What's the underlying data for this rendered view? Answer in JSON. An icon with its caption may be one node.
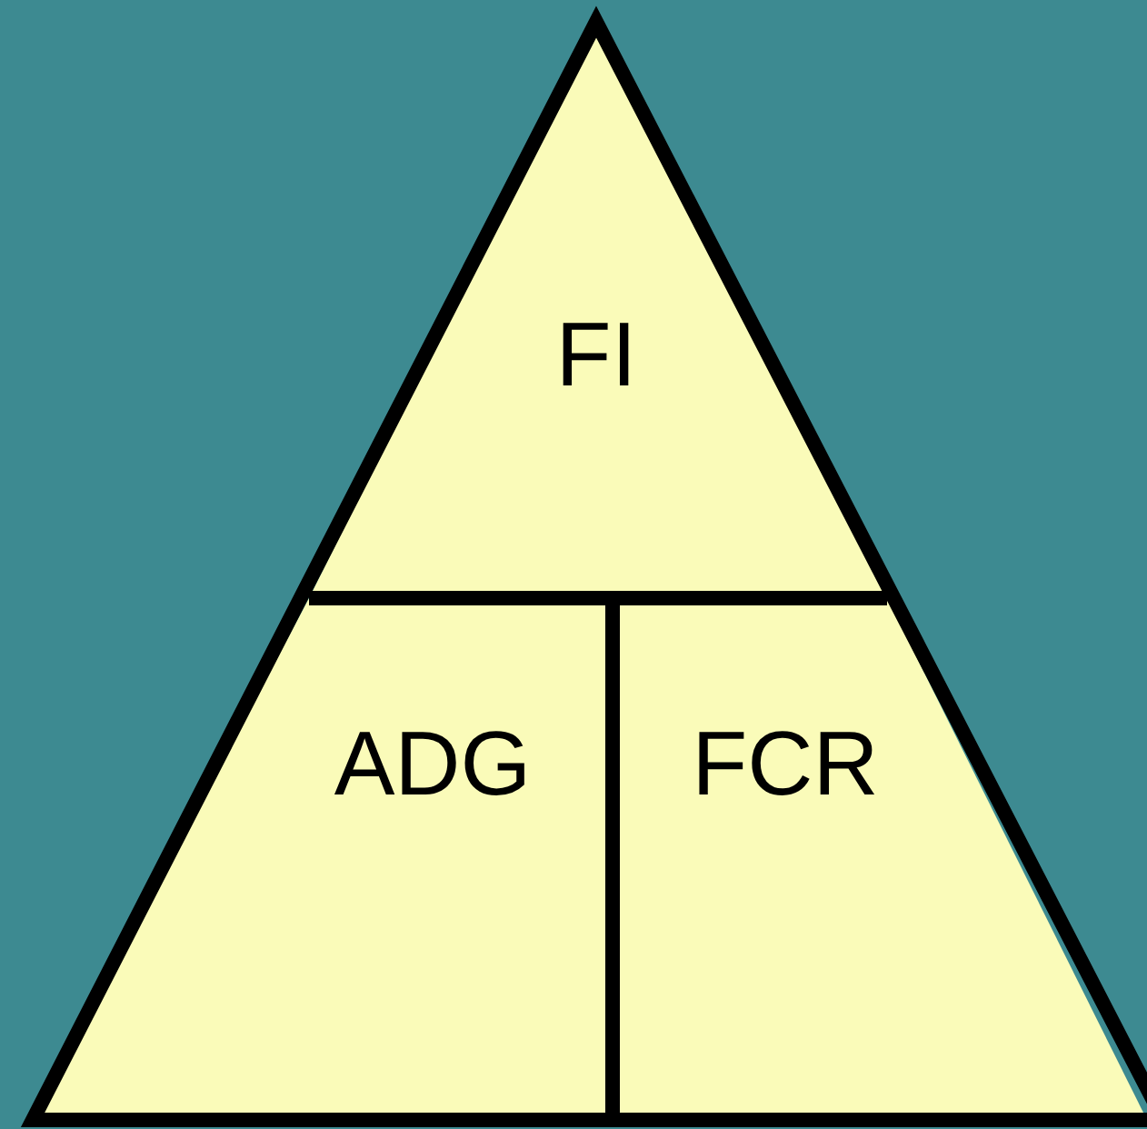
{
  "diagram": {
    "nodes": [
      {
        "text": [
          "FI"
        ]
      },
      {
        "text": [
          "ADG"
        ]
      },
      {
        "text": [
          "FCR"
        ]
      }
    ]
  }
}
